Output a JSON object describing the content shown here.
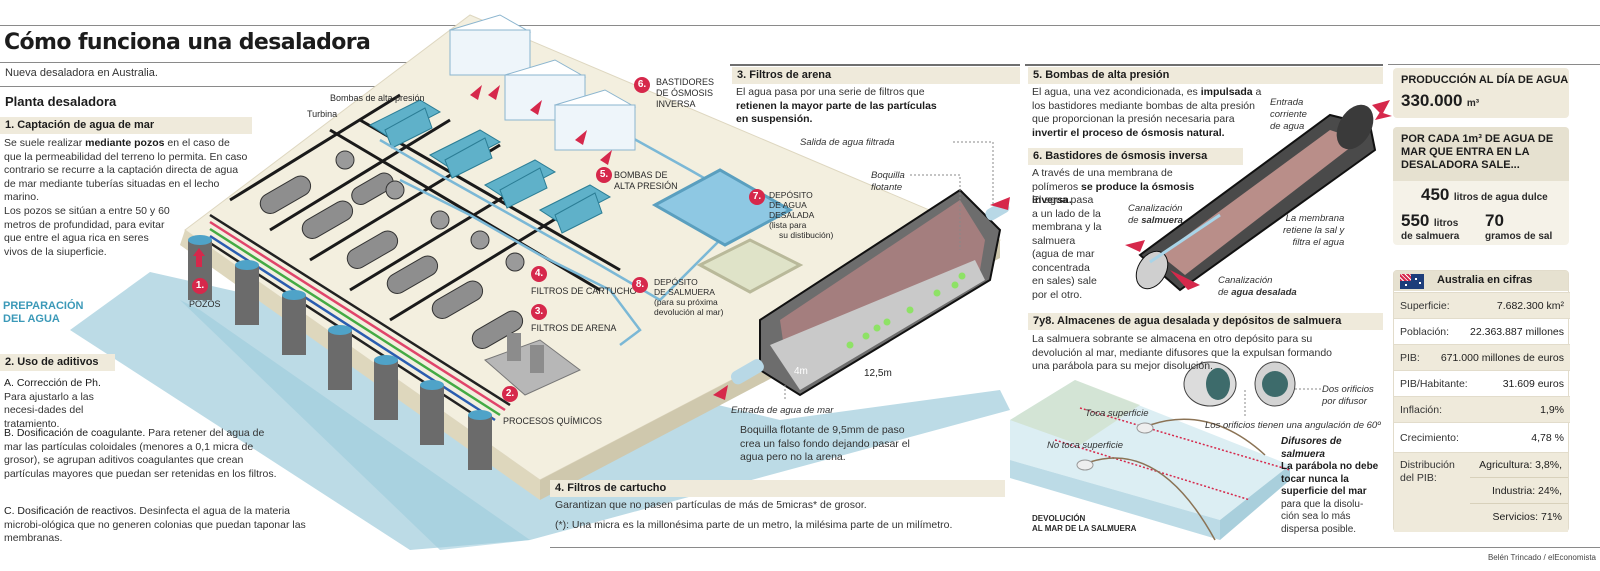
{
  "header": {
    "title": "Cómo funciona una desaladora",
    "subtitle": "Nueva desaladora en Australia.",
    "section_title": "Planta desaladora"
  },
  "colors": {
    "accent_red": "#d6284b",
    "water_blue": "#3b99b8",
    "band_beige": "#efeadb",
    "platform_beige": "#f3efdf"
  },
  "step1": {
    "title": "1. Captación de agua de mar",
    "p1_pre": "Se suele realizar ",
    "p1_bold": "mediante pozos",
    "p1_post": " en el caso de que la permeabilidad del terreno lo permita. En caso contrario se recurre a la captación directa de agua de mar mediante tuberías situadas en el lecho marino.",
    "p2": "Los pozos se sitúan a entre 50 y 60 metros de profundidad, para evitar que entre el agua rica en seres vivos de la siuperficie."
  },
  "prep_label": [
    "PREPARACIÓN",
    "DEL AGUA"
  ],
  "step2": {
    "title": "2. Uso de aditivos",
    "a_title": "A. Corrección de Ph.",
    "a_text": "Para ajustarlo a las necesi-dades del tratamiento.",
    "b_title": "B. Dosificación de coagulante.",
    "b_text": " Para retener del agua de mar las partículas coloidales (menores a 0,1 micra de grosor), se agrupan aditivos coagulantes que crean partículas mayores que puedan ser retenidas en los filtros.",
    "c_title": "C. Dosificación de reactivos.",
    "c_text": " Desinfecta el agua de la materia microbi-ológica que no generen colonias que puedan taponar las membranas."
  },
  "plant_labels": {
    "bombas_alta_presion": "Bombas de alta presión",
    "turbina": "Turbina",
    "pozos": "POZOS",
    "procesos_quimicos": "PROCESOS QUÍMICOS",
    "filtros_arena": "FILTROS DE ARENA",
    "filtros_cartucho": "FILTROS DE CARTUCHO",
    "bombas_5": [
      "BOMBAS DE",
      "ALTA PRESIÓN"
    ],
    "bastidores_6": [
      "BASTIDORES",
      "DE ÓSMOSIS",
      "INVERSA"
    ],
    "deposito_7": [
      "DEPÓSITO",
      "DE AGUA",
      "DESALADA",
      "(lista para",
      "su distibución)"
    ],
    "deposito_8": [
      "DEPÓSITO",
      "DE SALMUERA",
      "(para su próxima",
      "devolución al mar)"
    ],
    "numbers": [
      "1.",
      "2.",
      "3.",
      "4.",
      "5.",
      "6.",
      "7.",
      "8."
    ]
  },
  "step3": {
    "title": "3. Filtros de arena",
    "text_pre": "El agua pasa por una serie de filtros que ",
    "text_bold": "retienen la mayor parte de las partículas en suspensión.",
    "salida": "Salida de agua filtrada",
    "boquilla": [
      "Boquilla",
      "flotante"
    ],
    "dim_diameter": "4m",
    "dim_length": "12,5m",
    "entrada": "Entrada de agua de mar",
    "note": "Boquilla flotante de 9,5mm de paso crea un falso fondo dejando pasar el agua pero no la arena."
  },
  "step4": {
    "title": "4. Filtros de cartucho",
    "text": "Garantizan que no pasen partículas de más de 5micras* de grosor.",
    "footnote": "(*): Una micra es la millonésima parte de un metro, la milésima parte de un milímetro."
  },
  "step5": {
    "title": "5. Bombas de alta presión",
    "t1": "El agua, una vez acondicionada, es ",
    "t1b": "impulsada",
    "t2": " a los bastidores mediante bombas de alta presión que proporcionan la presión necesaria para ",
    "t2b": "invertir el proceso de ósmosis natural."
  },
  "step6": {
    "title": "6. Bastidores de ósmosis inversa",
    "t1": "A través de una membrana de polímeros ",
    "t1b": "se produce la ósmosis inversa.",
    "t2": "El agua pasa a un lado de la membrana y la salmuera (agua de mar concentrada en sales) sale por el otro.",
    "entrada": [
      "Entrada",
      "corriente",
      "de agua"
    ],
    "canal_salmuera": [
      "Canalización",
      "de "
    ],
    "canal_salmuera_bold": "salmuera",
    "membrana": [
      "La membrana",
      "retiene la sal y",
      "filtra el agua"
    ],
    "canal_agua": [
      "Canalización",
      "de "
    ],
    "canal_agua_bold": "agua desalada"
  },
  "step78": {
    "title": "7y8. Almacenes de agua desalada y depósitos de salmuera",
    "text": "La salmuera sobrante se almacena en otro depósito para su devolución al mar, mediante difusores que la expulsan formando una parábola para su mejor disolución.",
    "dos_orificios": [
      "Dos orificios",
      "por difusor"
    ],
    "angulacion": "Los orificios tienen una angulación de 60º",
    "toca": "Toca superficie",
    "no_toca": "No toca superficie",
    "devolucion": [
      "DEVOLUCIÓN",
      "AL MAR DE LA SALMUERA"
    ],
    "difusores_title": "Difusores de salmuera",
    "difusores_bold": "La parábola no debe tocar nunca la superficie del mar",
    "difusores_text": " para que la disolu-ción sea lo más dispersa posible."
  },
  "production": {
    "label": "PRODUCCIÓN AL DÍA DE AGUA",
    "value": "330.000",
    "unit": "m³"
  },
  "per_m3": {
    "label": "POR CADA 1m³  DE AGUA DE MAR QUE ENTRA EN LA DESALADORA SALE...",
    "fresh_value": "450",
    "fresh_label": "litros de agua dulce",
    "brine_value": "550",
    "brine_label_1": "litros",
    "brine_label_2": "de salmuera",
    "salt_value": "70",
    "salt_label": "gramos de sal"
  },
  "australia": {
    "title": "Australia en cifras",
    "flag_icon": "australia-flag-icon",
    "rows": [
      {
        "label": "Superficie:",
        "value": "7.682.300 km²"
      },
      {
        "label": "Población:",
        "value": "22.363.887 millones"
      },
      {
        "label": "PIB:",
        "value": "671.000 millones de euros"
      },
      {
        "label": "PIB/Habitante:",
        "value": "31.609 euros"
      },
      {
        "label": "Inflación:",
        "value": "1,9%"
      },
      {
        "label": "Crecimiento:",
        "value": "4,78 %"
      }
    ],
    "dist_label": [
      "Distribución",
      "del PIB:"
    ],
    "dist_values": [
      "Agricultura: 3,8%,",
      "Industria: 24%,",
      "Servicios: 71%"
    ]
  },
  "credit": "Belén Trincado / elEconomista"
}
